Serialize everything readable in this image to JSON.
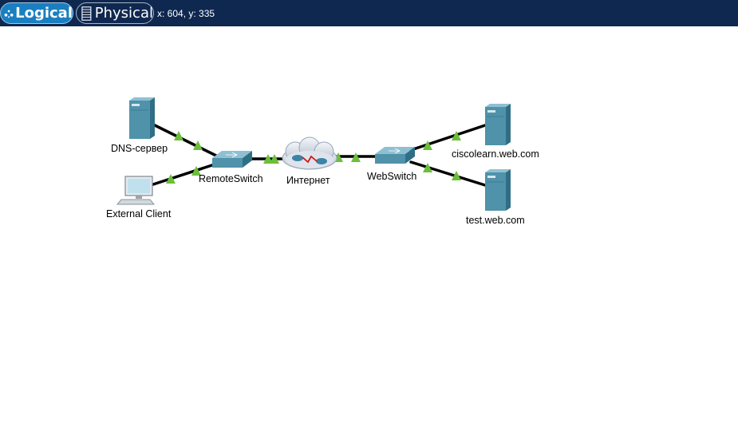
{
  "toolbar": {
    "logical_label": "Logical",
    "physical_label": "Physical",
    "coords": "x: 604, y: 335"
  },
  "devices": {
    "dns_server": "DNS-сервер",
    "external_client": "External Client",
    "remote_switch": "RemoteSwitch",
    "internet": "Интернет",
    "web_switch": "WebSwitch",
    "cisco_server": "ciscolearn.web.com",
    "test_server": "test.web.com"
  },
  "colors": {
    "toolbar_bg": "#0f2850",
    "link_up": "#6bbf3a",
    "device_blue": "#4f92aa"
  }
}
